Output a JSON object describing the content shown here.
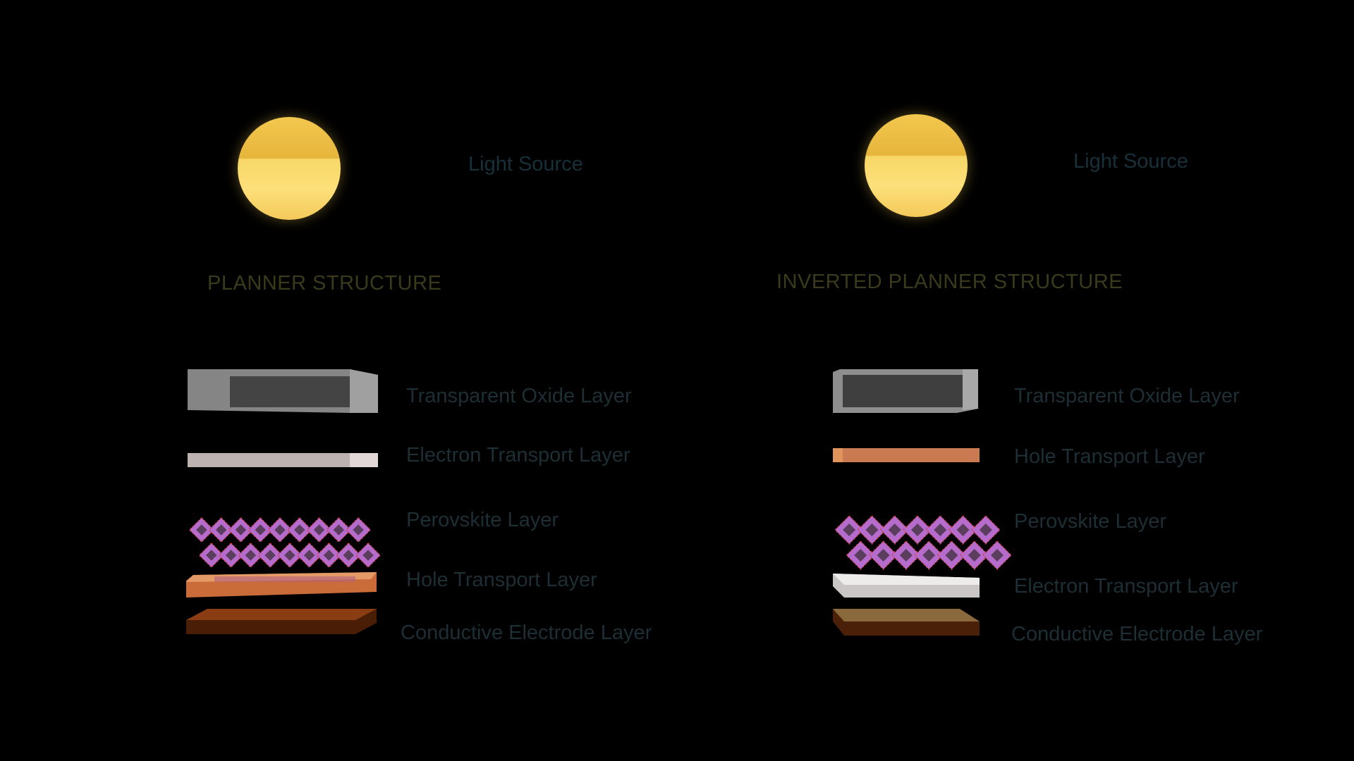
{
  "left": {
    "sun_label": "Light Source",
    "title": "PLANNER  STRUCTURE",
    "layers": [
      {
        "label": "Transparent Oxide Layer"
      },
      {
        "label": "Electron Transport Layer"
      },
      {
        "label": "Perovskite Layer"
      },
      {
        "label": "Hole Transport Layer"
      },
      {
        "label": "Conductive Electrode Layer"
      }
    ]
  },
  "right": {
    "sun_label": "Light Source",
    "title": "INVERTED PLANNER  STRUCTURE",
    "layers": [
      {
        "label": "Transparent Oxide Layer"
      },
      {
        "label": "Hole Transport Layer"
      },
      {
        "label": "Perovskite Layer"
      },
      {
        "label": "Electron Transport Layer"
      },
      {
        "label": "Conductive Electrode Layer"
      }
    ]
  },
  "colors": {
    "background": "#000000",
    "sun": "#f7d767",
    "oxide": "#7d7d7d",
    "electron_transport": "#cfc4c2",
    "hole_transport": "#d8804a",
    "perovskite": "#b266c8",
    "electrode": "#6b2e0f"
  }
}
